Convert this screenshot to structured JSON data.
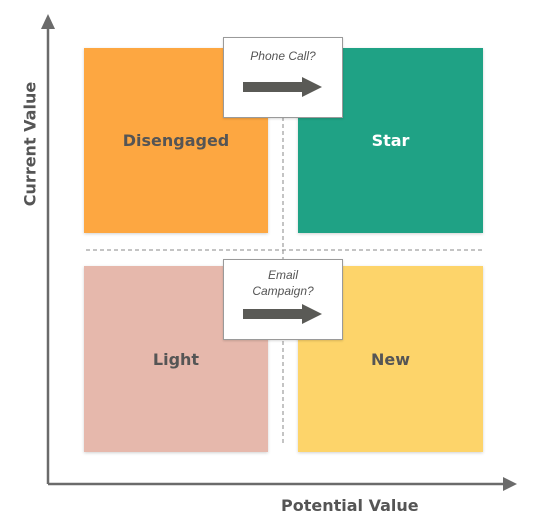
{
  "axes": {
    "x_label": "Potential Value",
    "y_label": "Current Value"
  },
  "quadrants": {
    "top_left": {
      "label": "Disengaged",
      "color": "#FDA741",
      "text_color": "#555555"
    },
    "top_right": {
      "label": "Star",
      "color": "#1FA285",
      "text_color": "#ffffff"
    },
    "bottom_left": {
      "label": "Light",
      "color": "#E6B8AC",
      "text_color": "#555555"
    },
    "bottom_right": {
      "label": "New",
      "color": "#FDD46A",
      "text_color": "#555555"
    }
  },
  "callouts": {
    "top": {
      "text": "Phone Call?",
      "arrow": "right-arrow"
    },
    "bottom": {
      "line1": "Email",
      "line2": "Campaign?",
      "arrow": "right-arrow"
    }
  },
  "colors": {
    "axis": "#6b6b6b",
    "divider": "#8a8a8a",
    "arrow": "#5a5a56"
  }
}
